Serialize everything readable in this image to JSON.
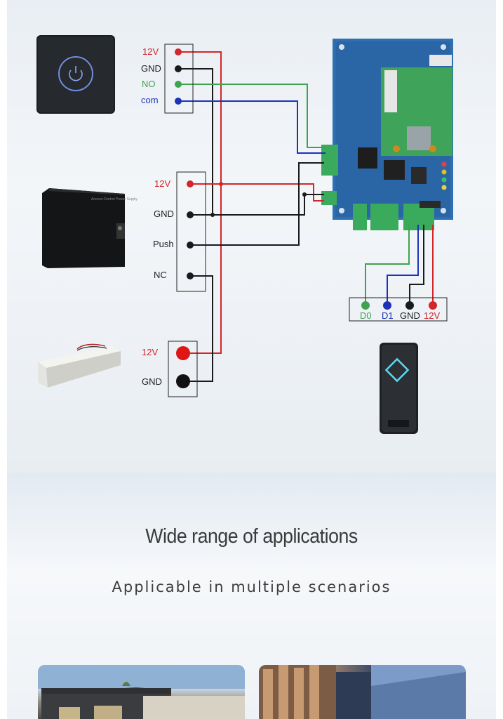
{
  "devices": {
    "exit_button": "exit-button-device",
    "power_supply": "power-supply-box",
    "magnetic_lock": "magnetic-lock-device",
    "controller": "access-control-board",
    "card_reader": "card-reader-device"
  },
  "exit_button_terminals": [
    "12V",
    "GND",
    "NO",
    "com"
  ],
  "power_supply_terminals": [
    "12V",
    "GND",
    "Push",
    "NC"
  ],
  "lock_terminals": [
    "12V",
    "GND"
  ],
  "reader_terminals": [
    "D0",
    "D1",
    "GND",
    "12V"
  ],
  "power_box_text": "Access Control Power Supply",
  "colors": {
    "red": "#d3262a",
    "black": "#1a1a1a",
    "green": "#3ea34e",
    "blue": "#1c33b8",
    "board": "#2b6aa8",
    "pcb": "#3fa35a"
  },
  "applications": {
    "title": "Wide range of applications",
    "subtitle": "Applicable in multiple scenarios"
  }
}
